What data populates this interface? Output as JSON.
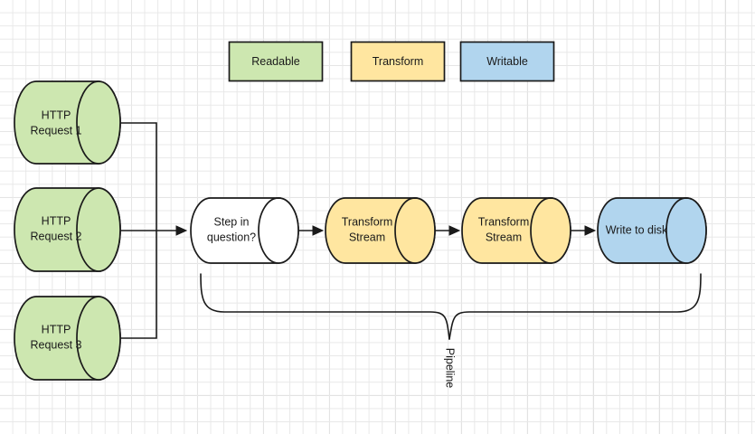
{
  "diagram": {
    "title": "Node.js stream pipeline diagram",
    "background": {
      "grid": true,
      "minor_grid_color": "#e8e8e8",
      "major_grid_color": "#d0d0d0",
      "canvas_color": "#ffffff"
    },
    "colors": {
      "readable_fill": "#cde7b0",
      "transform_fill": "#ffe6a0",
      "writable_fill": "#b1d5ee",
      "neutral_fill": "#ffffff",
      "stroke": "#1a1a1a"
    },
    "legend": {
      "items": [
        {
          "label": "Readable",
          "fill": "#cde7b0"
        },
        {
          "label": "Transform",
          "fill": "#ffe6a0"
        },
        {
          "label": "Writable",
          "fill": "#b1d5ee"
        }
      ]
    },
    "sources": [
      {
        "line1": "HTTP",
        "line2": "Request 1",
        "fill": "#cde7b0"
      },
      {
        "line1": "HTTP",
        "line2": "Request 2",
        "fill": "#cde7b0"
      },
      {
        "line1": "HTTP",
        "line2": "Request 3",
        "fill": "#cde7b0"
      }
    ],
    "pipeline": {
      "brace_label": "Pipeline",
      "stages": [
        {
          "line1": "Step in",
          "line2": "question?",
          "fill": "#ffffff"
        },
        {
          "line1": "Transform",
          "line2": "Stream",
          "fill": "#ffe6a0"
        },
        {
          "line1": "Transform",
          "line2": "Stream",
          "fill": "#ffe6a0"
        },
        {
          "line1": "Write to disk",
          "line2": "",
          "fill": "#b1d5ee"
        }
      ]
    }
  }
}
